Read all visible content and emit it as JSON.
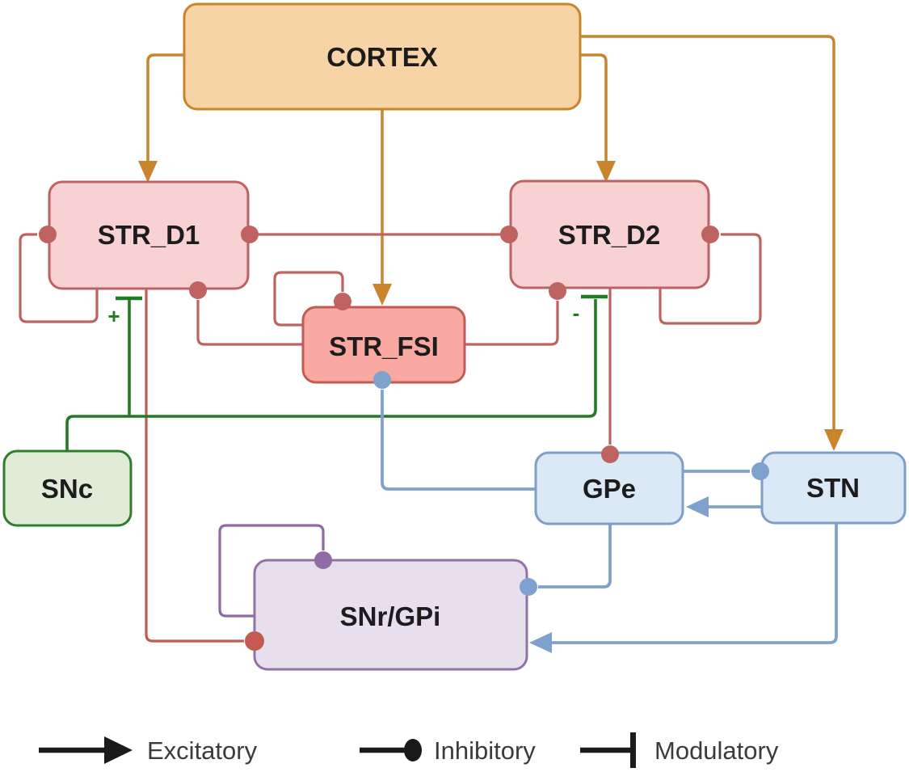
{
  "diagram": {
    "nodes": {
      "cortex": {
        "label": "CORTEX",
        "fill": "#F7D4A5",
        "border": "#C9842E"
      },
      "str_d1": {
        "label": "STR_D1",
        "fill": "#F8D1D3",
        "border": "#BD6165"
      },
      "str_d2": {
        "label": "STR_D2",
        "fill": "#F8D1D3",
        "border": "#BD6165"
      },
      "str_fsi": {
        "label": "STR_FSI",
        "fill": "#F9A9A2",
        "border": "#C35B55"
      },
      "snc": {
        "label": "SNc",
        "fill": "#E0ECD8",
        "border": "#2F7D2B"
      },
      "gpe": {
        "label": "GPe",
        "fill": "#DBE8F6",
        "border": "#7E9DC8"
      },
      "stn": {
        "label": "STN",
        "fill": "#DBE8F6",
        "border": "#7E9DC8"
      },
      "snr_gpi": {
        "label": "SNr/GPi",
        "fill": "#E7DEEE",
        "border": "#9272A4"
      }
    },
    "annotations": {
      "snc_to_d1_sign": "+",
      "snc_to_d2_sign": "-"
    },
    "edge_colors": {
      "excitatory_cortical": "#C9842E",
      "inhibitory_striatal": "#BF6361",
      "inhibitory_d1_output": "#C45B53",
      "inhibitory_pallidal": "#7FA1CE",
      "inhibitory_snr_self": "#8F6BA1",
      "modulatory_dopamine": "#227A22"
    },
    "connections": [
      {
        "from": "CORTEX",
        "to": "STR_D1",
        "type": "excitatory"
      },
      {
        "from": "CORTEX",
        "to": "STR_FSI",
        "type": "excitatory"
      },
      {
        "from": "CORTEX",
        "to": "STR_D2",
        "type": "excitatory"
      },
      {
        "from": "CORTEX",
        "to": "STN",
        "type": "excitatory"
      },
      {
        "from": "STR_D1",
        "to": "STR_D2",
        "type": "inhibitory",
        "bidirectional": true
      },
      {
        "from": "STR_D1",
        "to": "STR_D1",
        "type": "inhibitory"
      },
      {
        "from": "STR_D2",
        "to": "STR_D2",
        "type": "inhibitory"
      },
      {
        "from": "STR_FSI",
        "to": "STR_D1",
        "type": "inhibitory"
      },
      {
        "from": "STR_FSI",
        "to": "STR_D2",
        "type": "inhibitory"
      },
      {
        "from": "STR_FSI",
        "to": "STR_FSI",
        "type": "inhibitory"
      },
      {
        "from": "STR_D2",
        "to": "GPe",
        "type": "inhibitory"
      },
      {
        "from": "STR_D1",
        "to": "SNr/GPi",
        "type": "inhibitory"
      },
      {
        "from": "SNc",
        "to": "STR_D1",
        "type": "modulatory",
        "sign": "+"
      },
      {
        "from": "SNc",
        "to": "STR_D2",
        "type": "modulatory",
        "sign": "-"
      },
      {
        "from": "GPe",
        "to": "STR_FSI",
        "type": "inhibitory"
      },
      {
        "from": "GPe",
        "to": "STN",
        "type": "inhibitory"
      },
      {
        "from": "STN",
        "to": "GPe",
        "type": "excitatory"
      },
      {
        "from": "GPe",
        "to": "SNr/GPi",
        "type": "inhibitory"
      },
      {
        "from": "STN",
        "to": "SNr/GPi",
        "type": "excitatory"
      },
      {
        "from": "SNr/GPi",
        "to": "SNr/GPi",
        "type": "inhibitory"
      }
    ],
    "legend": {
      "excitatory": "Excitatory",
      "inhibitory": "Inhibitory",
      "modulatory": "Modulatory"
    }
  }
}
